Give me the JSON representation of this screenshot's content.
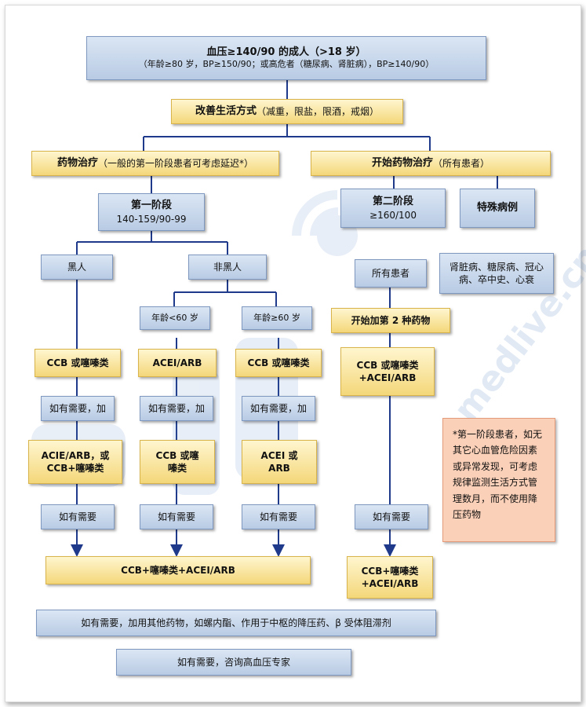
{
  "top": {
    "title": "血压≥140/90 的成人（>18 岁）",
    "subtitle": "（年龄≥80 岁，BP≥150/90；或高危者（糖尿病、肾脏病），BP≥140/90）"
  },
  "lifestyle": {
    "bold": "改善生活方式",
    "rest": "（减重，限盐，限酒，戒烟）"
  },
  "drug_therapy": {
    "bold": "药物治疗",
    "rest": "（一般的第一阶段患者可考虑延迟*）"
  },
  "start_drug": {
    "bold": "开始药物治疗",
    "rest": "（所有患者）"
  },
  "stage1": {
    "label": "第一阶段",
    "range": "140-159/90-99"
  },
  "stage2": {
    "label": "第二阶段",
    "range": "≥160/100"
  },
  "special": {
    "label": "特殊病例",
    "detail": "肾脏病、糖尿病、冠心病、卒中史、心衰"
  },
  "black": "黑人",
  "nonblack": "非黑人",
  "age_lt60": "年龄<60 岁",
  "age_ge60": "年龄≥60 岁",
  "all_patients": "所有患者",
  "add_second": "开始加第 2 种药物",
  "drug_black": "CCB 或噻嗪类",
  "drug_lt60": "ACEI/ARB",
  "drug_ge60": "CCB 或噻嗪类",
  "drug_stage2": "CCB 或噻嗪类+ACEI/ARB",
  "if_needed_add": "如有需要，加",
  "add_black": "ACIE/ARB，或 CCB+噻嗪类",
  "add_lt60": "CCB 或噻嗪类",
  "add_ge60": "ACEI 或 ARB",
  "if_needed": "如有需要",
  "combo_left": "CCB+噻嗪类+ACEI/ARB",
  "combo_right": "CCB+噻嗪类+ACEI/ARB",
  "other_drugs": "如有需要，加用其他药物，如螺内酯、作用于中枢的降压药、β 受体阻滞剂",
  "consult": "如有需要，咨询高血压专家",
  "note": "*第一阶段患者，如无其它心血管危险因素或异常发现，可考虑规律监测生活方式管理数月，而不使用降压药物",
  "watermark": "medlive.cn"
}
